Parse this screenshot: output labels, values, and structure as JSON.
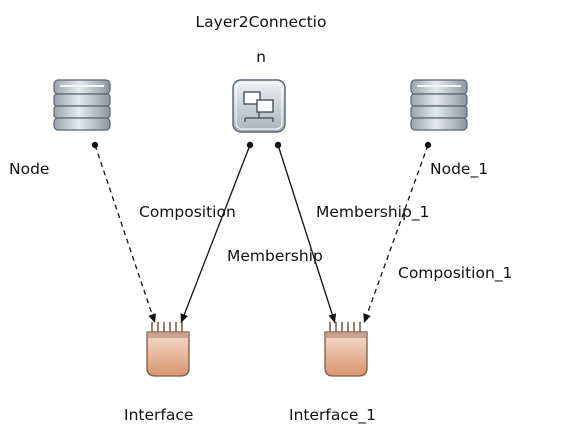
{
  "nodes": {
    "layer2": {
      "label_line1": "Layer2Connectio",
      "label_line2": "n",
      "icon": "layer2-connection-icon"
    },
    "node": {
      "label": "Node",
      "icon": "server-stack-icon"
    },
    "node_1": {
      "label": "Node_1",
      "icon": "server-stack-icon"
    },
    "interface": {
      "label": "Interface",
      "icon": "interface-card-icon"
    },
    "interface_1": {
      "label": "Interface_1",
      "icon": "interface-card-icon"
    }
  },
  "edges": {
    "node_to_interface": {
      "style": "dashed"
    },
    "layer2_to_interface": {
      "label": "Composition",
      "style": "solid"
    },
    "layer2_to_interface_1": {
      "label": "Membership",
      "style": "solid"
    },
    "node_1_to_interface_1_membership": {
      "label": "Membership_1",
      "style": "dashed"
    },
    "node_1_to_interface_1_composition": {
      "label": "Composition_1"
    }
  },
  "colors": {
    "server_fill": "#c9cfd6",
    "server_stroke": "#5a6470",
    "interface_fill": "#e9b79a",
    "interface_stroke": "#7b5a44",
    "edge": "#111111"
  }
}
